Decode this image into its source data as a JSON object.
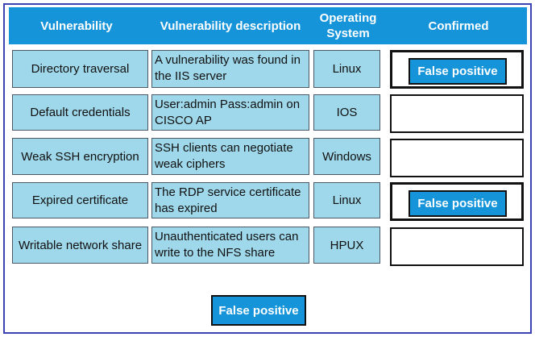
{
  "header": {
    "vulnerability": "Vulnerability",
    "description": "Vulnerability description",
    "os": "Operating System",
    "confirmed": "Confirmed"
  },
  "rows": [
    {
      "name": "Directory traversal",
      "description": "A vulnerability was found in the IIS server",
      "os": "Linux",
      "confirmed": "False positive"
    },
    {
      "name": "Default credentials",
      "description": "User:admin Pass:admin on CISCO AP",
      "os": "IOS",
      "confirmed": ""
    },
    {
      "name": "Weak SSH encryption",
      "description": "SSH clients can negotiate weak ciphers",
      "os": "Windows",
      "confirmed": ""
    },
    {
      "name": "Expired certificate",
      "description": "The RDP service certificate has expired",
      "os": "Linux",
      "confirmed": "False positive"
    },
    {
      "name": "Writable network share",
      "description": "Unauthenticated users can write to the NFS share",
      "os": "HPUX",
      "confirmed": ""
    }
  ],
  "source_chip": {
    "label": "False positive"
  },
  "colors": {
    "header": "#1594da",
    "cell": "#9fd8ea",
    "frame": "#3b43b5",
    "chip": "#1594da"
  }
}
